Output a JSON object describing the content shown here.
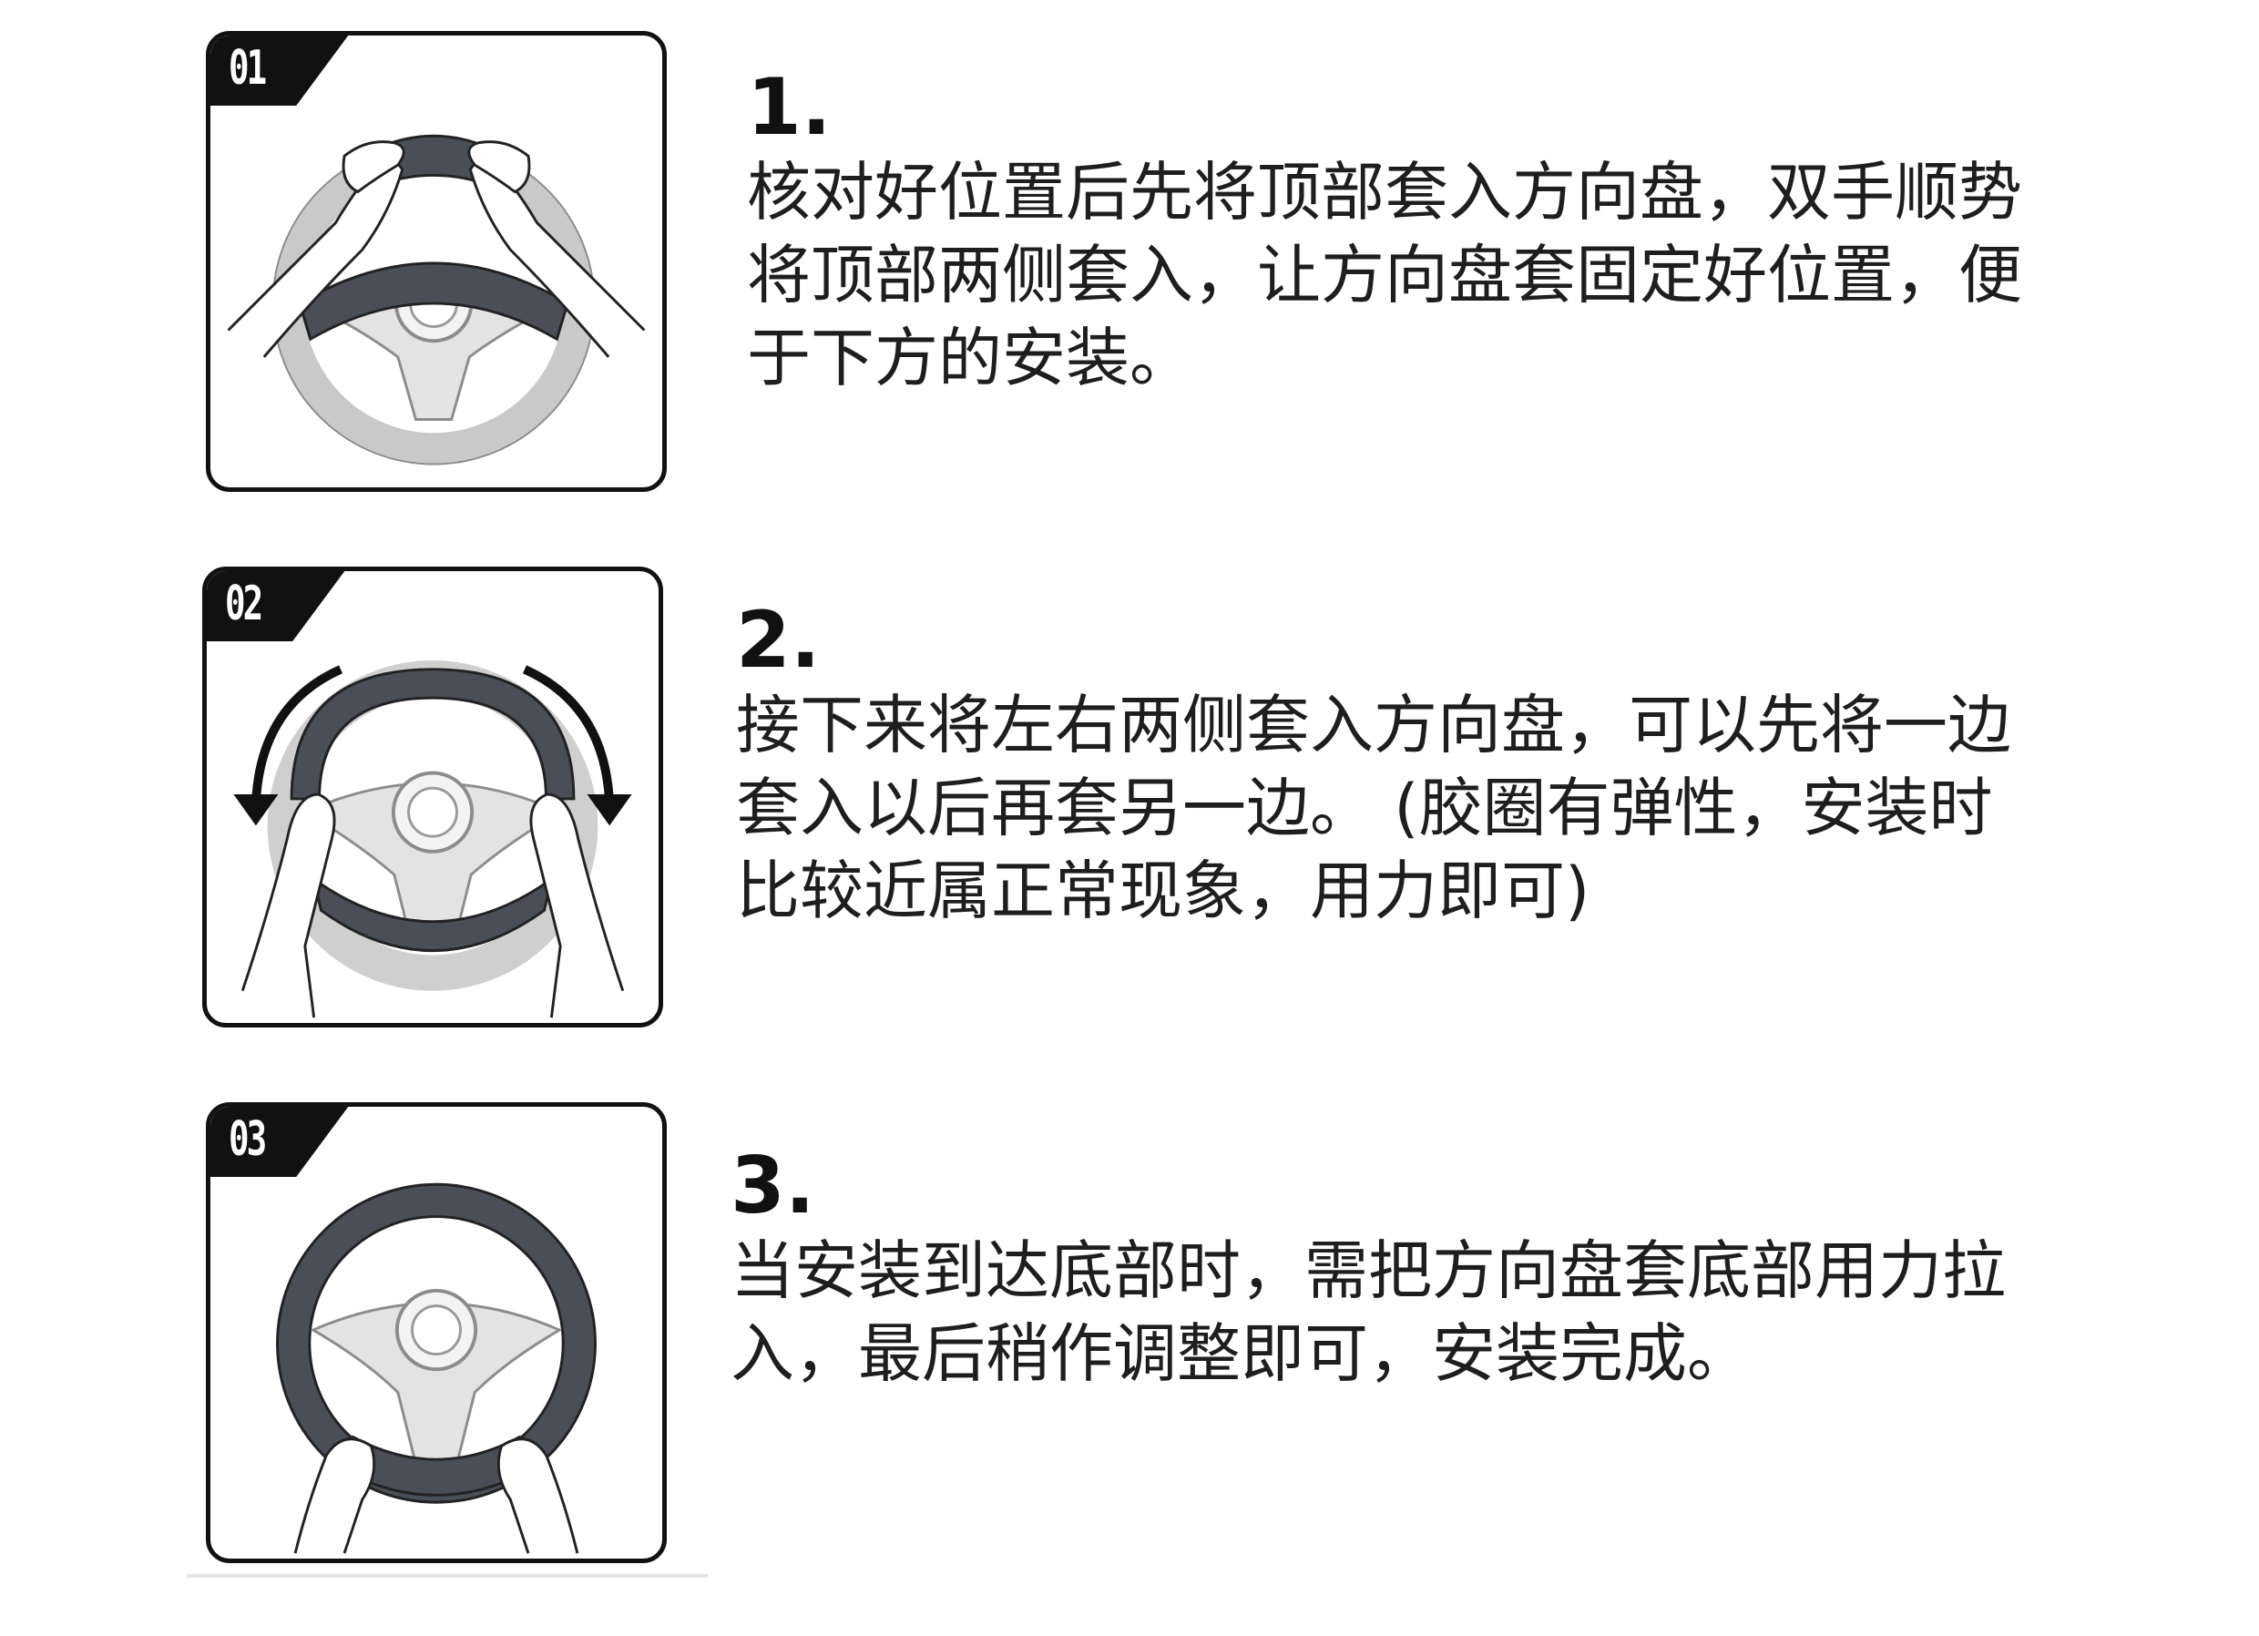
{
  "steps": [
    {
      "badge": "01",
      "number": "1.",
      "text": "核对好位置后先将顶部套入方向盘，双手顺势将顶部两侧套入，让方向盘套固定好位置，便于下方的安装。",
      "illustration": "hands-pulling-cover-top-icon"
    },
    {
      "badge": "02",
      "number": "2.",
      "text": "接下来将左右两侧套入方向盘，可以先将一边套入以后再套另一边。 (胶圈有弹性，安装时比较近属正常现象，用力即可)",
      "illustration": "hands-pressing-cover-sides-icon"
    },
    {
      "badge": "03",
      "number": "3.",
      "text": "当安装到达底部时，需把方向盘套底部用力拉入，最后稍作调整即可，安装完成。",
      "illustration": "hands-pulling-cover-bottom-icon"
    }
  ]
}
